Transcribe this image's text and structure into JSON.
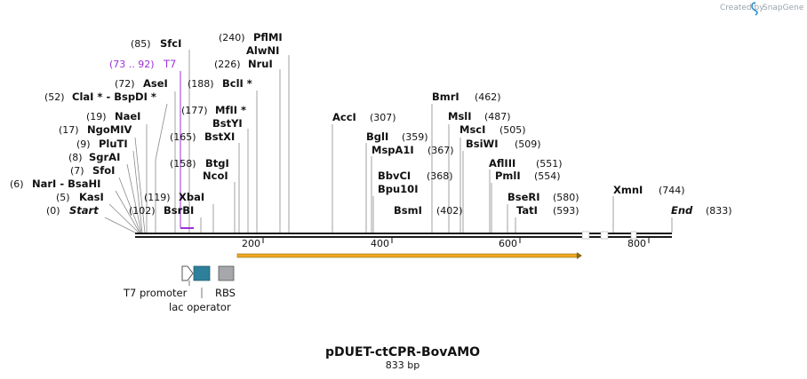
{
  "watermark": {
    "created_by": "Created by",
    "brand": "SnapGene"
  },
  "title": "pDUET-ctCPR-BovAMO",
  "length_label": "833 bp",
  "ruler": {
    "ticks": [
      {
        "pos": 200,
        "label": "200"
      },
      {
        "pos": 400,
        "label": "400"
      },
      {
        "pos": 600,
        "label": "600"
      },
      {
        "pos": 800,
        "label": "800"
      }
    ]
  },
  "sites": [
    {
      "name": "SfcI",
      "pos_label": "(85)",
      "pos": 85
    },
    {
      "name": "PflMI",
      "pos_label": "(240)",
      "pos": 240
    },
    {
      "name": "AlwNI",
      "pos_label": "",
      "pos": 240
    },
    {
      "name": "NruI",
      "pos_label": "(226)",
      "pos": 226
    },
    {
      "name": "T7",
      "pos_label": "(73 .. 92)",
      "pos": 73,
      "primer": true
    },
    {
      "name": "AseI",
      "pos_label": "(72)",
      "pos": 72
    },
    {
      "name": "BclI *",
      "pos_label": "(188)",
      "pos": 188
    },
    {
      "name": "ClaI *  -  BspDI *",
      "pos_label": "(52)",
      "pos": 52
    },
    {
      "name": "MfII *",
      "pos_label": "(177)",
      "pos": 177
    },
    {
      "name": "NaeI",
      "pos_label": "(19)",
      "pos": 19
    },
    {
      "name": "BstYI",
      "pos_label": "",
      "pos": 177
    },
    {
      "name": "NgoMIV",
      "pos_label": "(17)",
      "pos": 17
    },
    {
      "name": "BstXI",
      "pos_label": "(165)",
      "pos": 165
    },
    {
      "name": "PluTI",
      "pos_label": "(9)",
      "pos": 9
    },
    {
      "name": "SgrAI",
      "pos_label": "(8)",
      "pos": 8
    },
    {
      "name": "BtgI",
      "pos_label": "(158)",
      "pos": 158
    },
    {
      "name": "SfoI",
      "pos_label": "(7)",
      "pos": 7
    },
    {
      "name": "NcoI",
      "pos_label": "",
      "pos": 158
    },
    {
      "name": "NarI  -  BsaHI",
      "pos_label": "(6)",
      "pos": 6
    },
    {
      "name": "KasI",
      "pos_label": "(5)",
      "pos": 5
    },
    {
      "name": "XbaI",
      "pos_label": "(119)",
      "pos": 119
    },
    {
      "name": "Start",
      "pos_label": "(0)",
      "pos": 0,
      "italic": true
    },
    {
      "name": "BsrBI",
      "pos_label": "(102)",
      "pos": 102
    },
    {
      "name": "AccI",
      "pos_label": "(307)",
      "pos": 307
    },
    {
      "name": "BglI",
      "pos_label": "(359)",
      "pos": 359
    },
    {
      "name": "MspA1I",
      "pos_label": "(367)",
      "pos": 367
    },
    {
      "name": "BbvCI",
      "pos_label": "(368)",
      "pos": 368
    },
    {
      "name": "Bpu10I",
      "pos_label": "",
      "pos": 368
    },
    {
      "name": "BsmI",
      "pos_label": "(402)",
      "pos": 402
    },
    {
      "name": "BmrI",
      "pos_label": "(462)",
      "pos": 462
    },
    {
      "name": "MslI",
      "pos_label": "(487)",
      "pos": 487
    },
    {
      "name": "MscI",
      "pos_label": "(505)",
      "pos": 505
    },
    {
      "name": "BsiWI",
      "pos_label": "(509)",
      "pos": 509
    },
    {
      "name": "AflIII",
      "pos_label": "(551)",
      "pos": 551
    },
    {
      "name": "PmlI",
      "pos_label": "(554)",
      "pos": 554
    },
    {
      "name": "BseRI",
      "pos_label": "(580)",
      "pos": 580
    },
    {
      "name": "TatI",
      "pos_label": "(593)",
      "pos": 593
    },
    {
      "name": "XmnI",
      "pos_label": "(744)",
      "pos": 744
    },
    {
      "name": "End",
      "pos_label": "(833)",
      "pos": 833,
      "italic": true
    }
  ],
  "features": [
    {
      "name": "T7 promoter",
      "kind": "promoter",
      "color": "#ffffff"
    },
    {
      "name": "lac operator",
      "kind": "operator",
      "color": "#2e7f9a"
    },
    {
      "name": "RBS",
      "kind": "rbs",
      "color": "#a5a7ab"
    }
  ],
  "orf": {
    "color": "#f0a81e",
    "outline": "#8a6a1a"
  },
  "primer_color": "#9b30d9"
}
